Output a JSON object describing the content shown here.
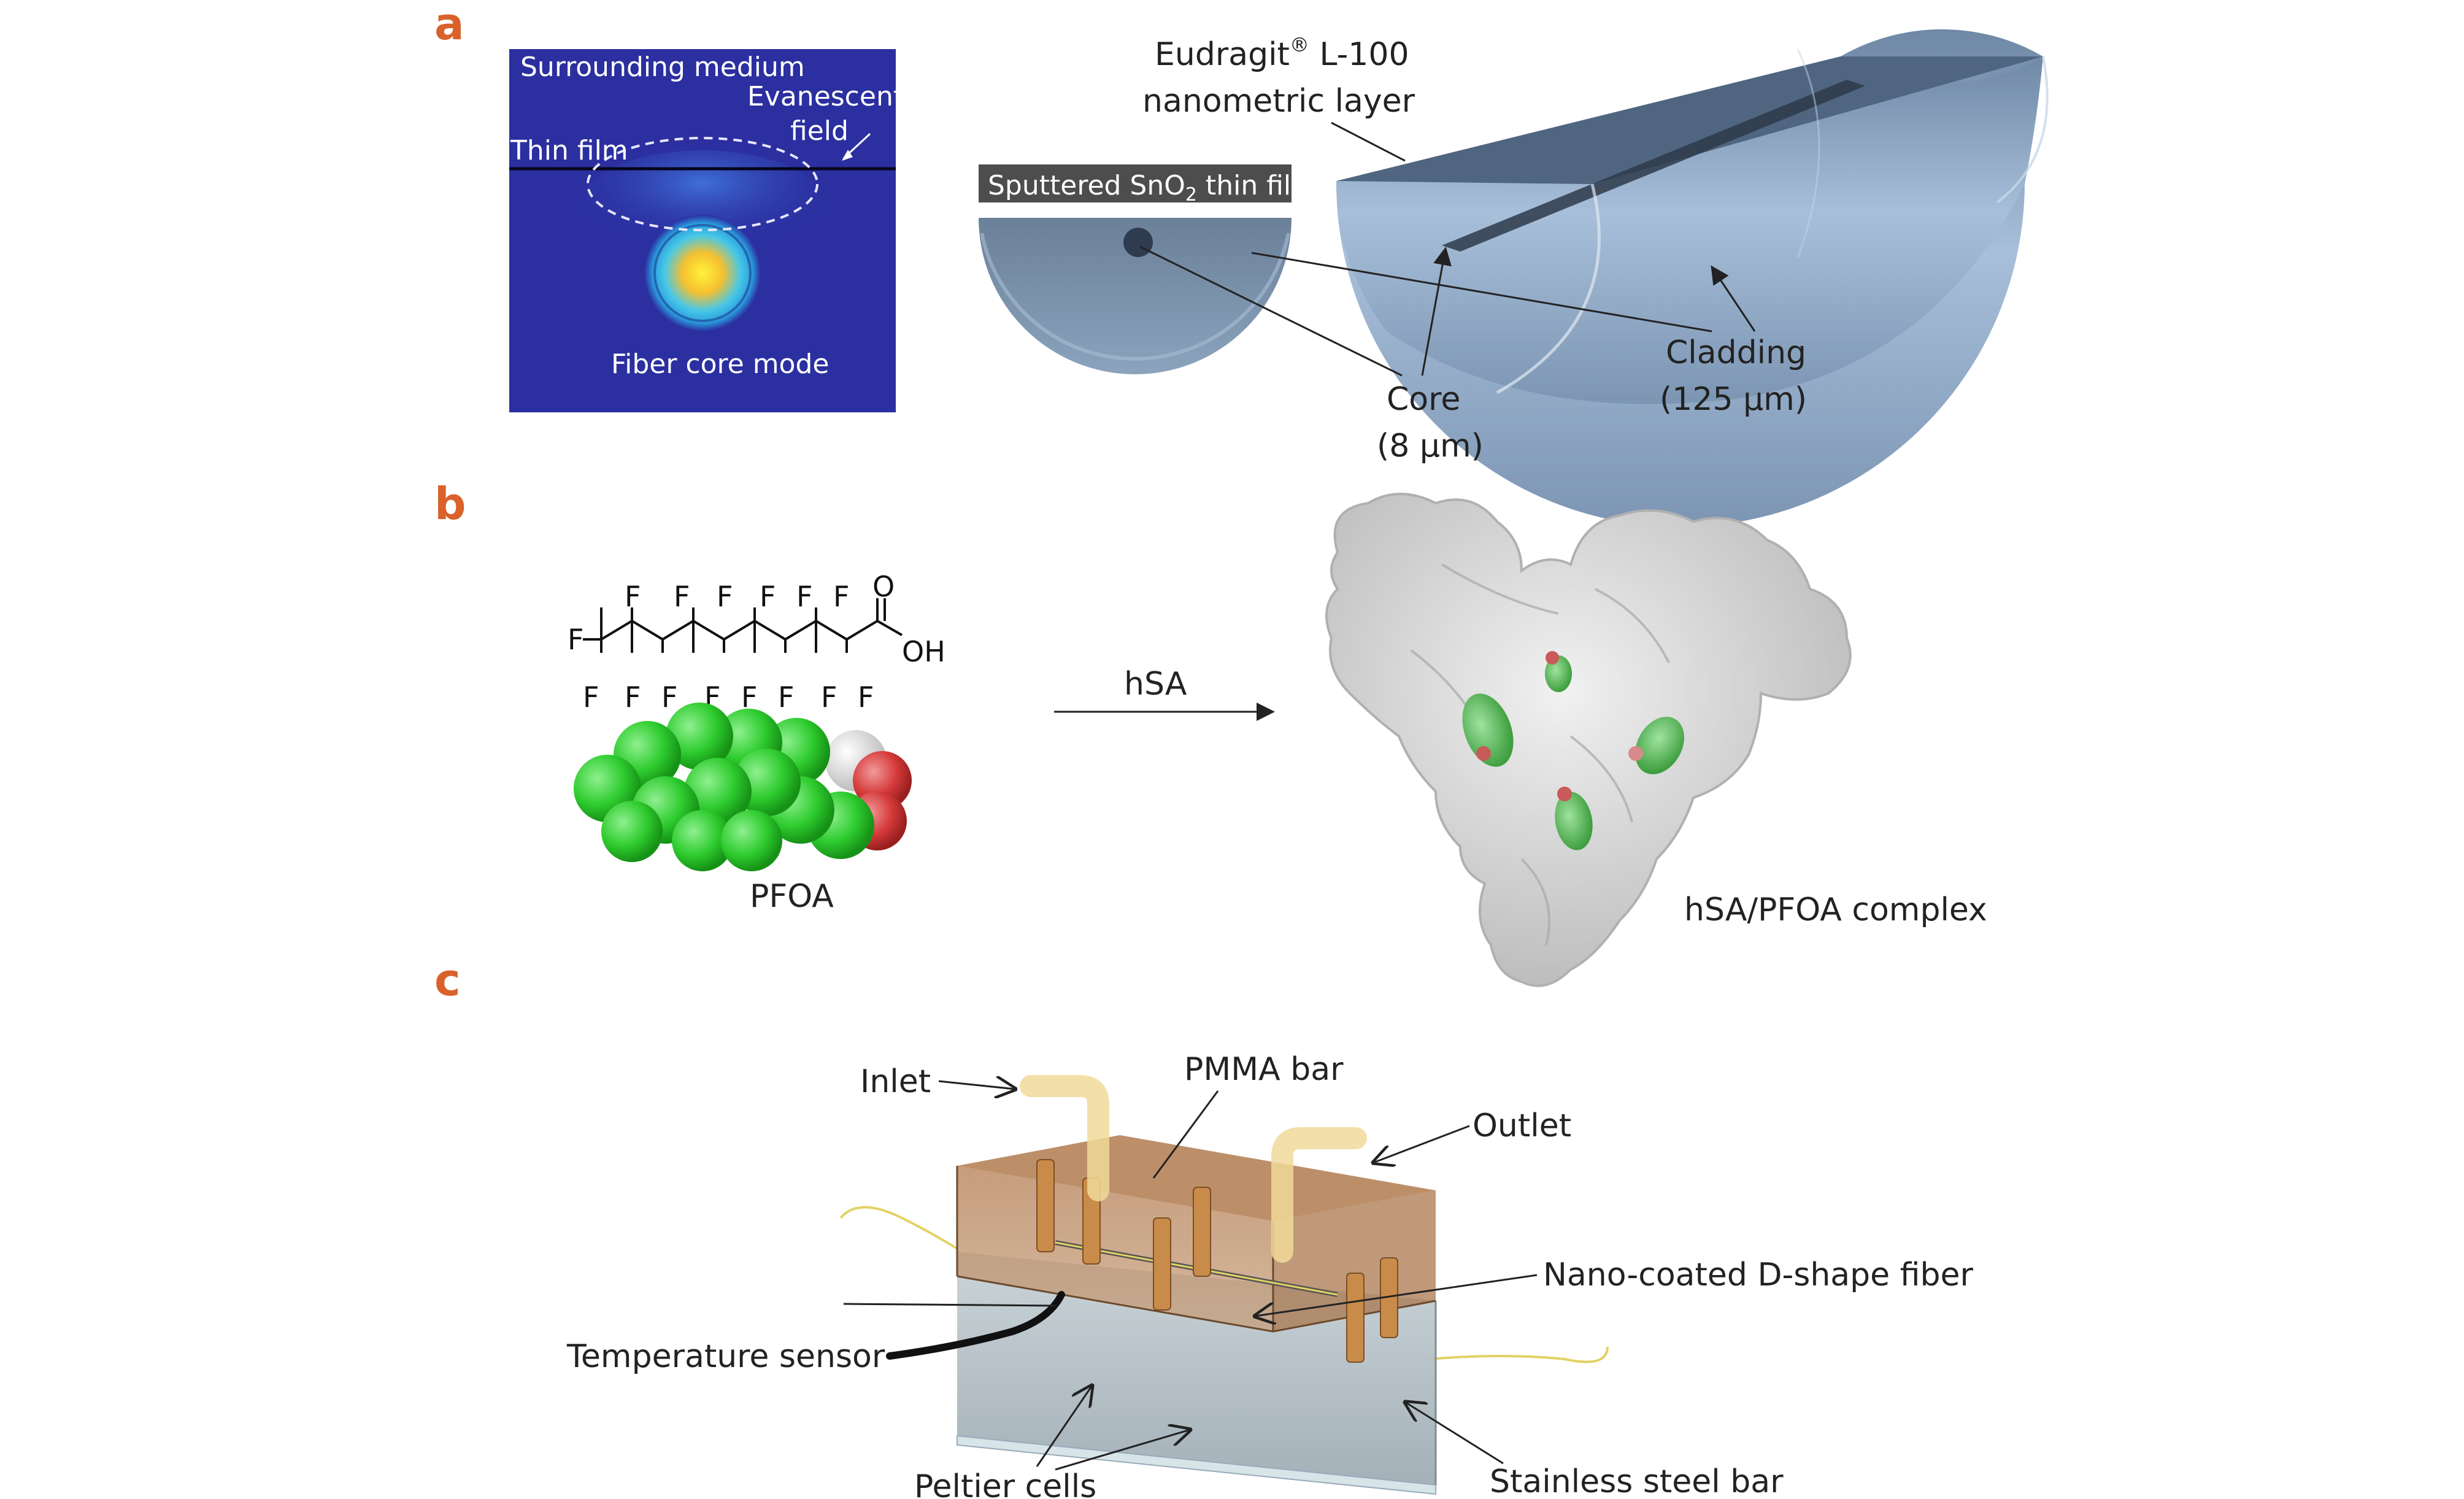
{
  "panels": {
    "a": "a",
    "b": "b",
    "c": "c"
  },
  "panel_a": {
    "mode_image": {
      "surrounding": "Surrounding medium",
      "evanescent_1": "Evanescent",
      "evanescent_2": "field",
      "thin_film": "Thin film",
      "core_mode": "Fiber core mode"
    },
    "fiber": {
      "eudragit_1": "Eudragit",
      "eudragit_reg": "®",
      "eudragit_2": " L-100",
      "eudragit_3": "nanometric layer",
      "sno2_a": "Sputtered SnO",
      "sno2_sub": "2",
      "sno2_b": " thin film",
      "core_1": "Core",
      "core_2": "(8 µm)",
      "cladding_1": "Cladding",
      "cladding_2": "(125 µm)"
    }
  },
  "panel_b": {
    "atoms": {
      "F": "F",
      "O": "O",
      "OH": "OH"
    },
    "arrow_label": "hSA",
    "pfoa": "PFOA",
    "complex": "hSA/PFOA complex"
  },
  "panel_c": {
    "inlet": "Inlet",
    "pmma": "PMMA bar",
    "outlet": "Outlet",
    "fiber": "Nano-coated D-shape fiber",
    "temp": "Temperature sensor",
    "peltier": "Peltier cells",
    "steel": "Stainless steel bar"
  },
  "colors": {
    "panel_label": "#d9622b",
    "mode_bg": "#2b2fa0",
    "fiber_blue": "#8fa9c6",
    "fiber_dark": "#4f6580",
    "protein": "#d4d4d4",
    "pfoa_green": "#2fcc2f",
    "oxygen_red": "#d63b3b",
    "pmma_brown": "#b07a4e",
    "steel_gray": "#aab6bd"
  }
}
